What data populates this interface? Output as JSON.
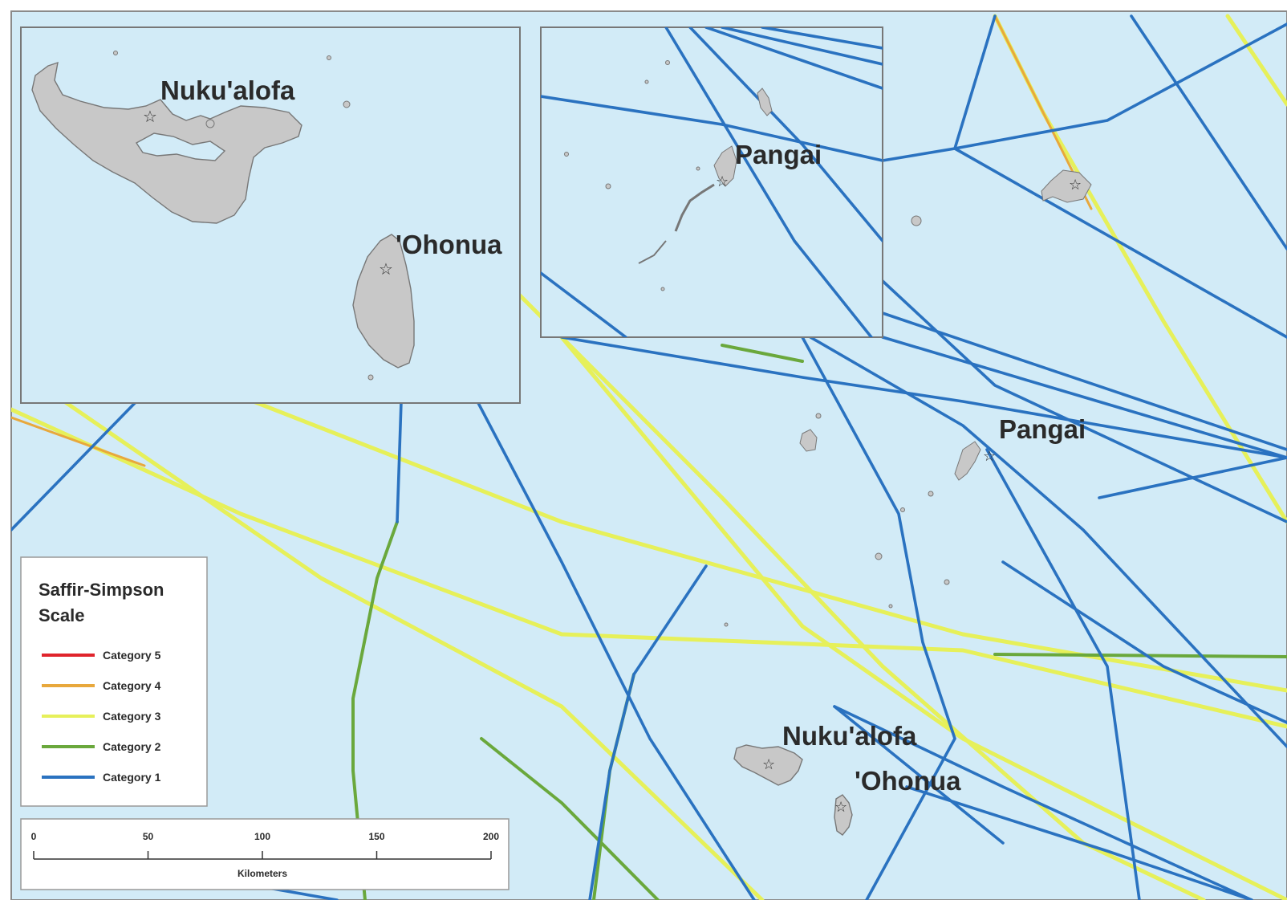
{
  "map": {
    "colors": {
      "ocean": "#d2ebf7",
      "land": "#c8c8c8",
      "coast": "#777777",
      "category_5": "#e0242c",
      "category_4": "#e8a83c",
      "category_3": "#e6f05a",
      "category_2": "#6aa83c",
      "category_1": "#2a72c0"
    },
    "labels": {
      "main_pangai": "Pangai",
      "main_nukualofa": "Nuku'alofa",
      "main_ohonua": "'Ohonua",
      "inset1_nukualofa": "Nuku'alofa",
      "inset1_ohonua": "'Ohonua",
      "inset2_pangai": "Pangai"
    }
  },
  "legend": {
    "title_line1": "Saffir-Simpson",
    "title_line2": "Scale",
    "items": [
      {
        "label": "Category 5",
        "color": "#e0242c"
      },
      {
        "label": "Category 4",
        "color": "#e8a83c"
      },
      {
        "label": "Category 3",
        "color": "#e6f05a"
      },
      {
        "label": "Category 2",
        "color": "#6aa83c"
      },
      {
        "label": "Category 1",
        "color": "#2a72c0"
      }
    ]
  },
  "scale_bar": {
    "ticks": [
      "0",
      "50",
      "100",
      "150",
      "200"
    ],
    "unit": "Kilometers"
  }
}
